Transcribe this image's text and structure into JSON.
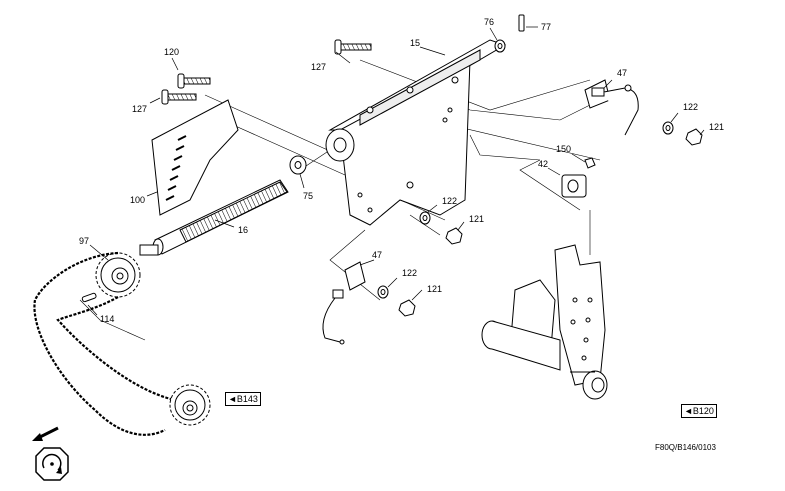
{
  "parts": {
    "p15": "15",
    "p76": "76",
    "p77": "77",
    "p120": "120",
    "p127a": "127",
    "p127b": "127",
    "p47a": "47",
    "p47b": "47",
    "p122a": "122",
    "p122b": "122",
    "p122c": "122",
    "p121a": "121",
    "p121b": "121",
    "p121c": "121",
    "p150": "150",
    "p42": "42",
    "p100": "100",
    "p75": "75",
    "p16": "16",
    "p97": "97",
    "p114": "114"
  },
  "refs": {
    "b143": "◄B143",
    "b120": "◄B120"
  },
  "drawing_code": "F80Q/B146/0103",
  "icons": {
    "arrow": "direction-arrow-icon",
    "rotation": "rotation-symbol-icon"
  },
  "colors": {
    "line": "#000000",
    "background": "#ffffff"
  }
}
